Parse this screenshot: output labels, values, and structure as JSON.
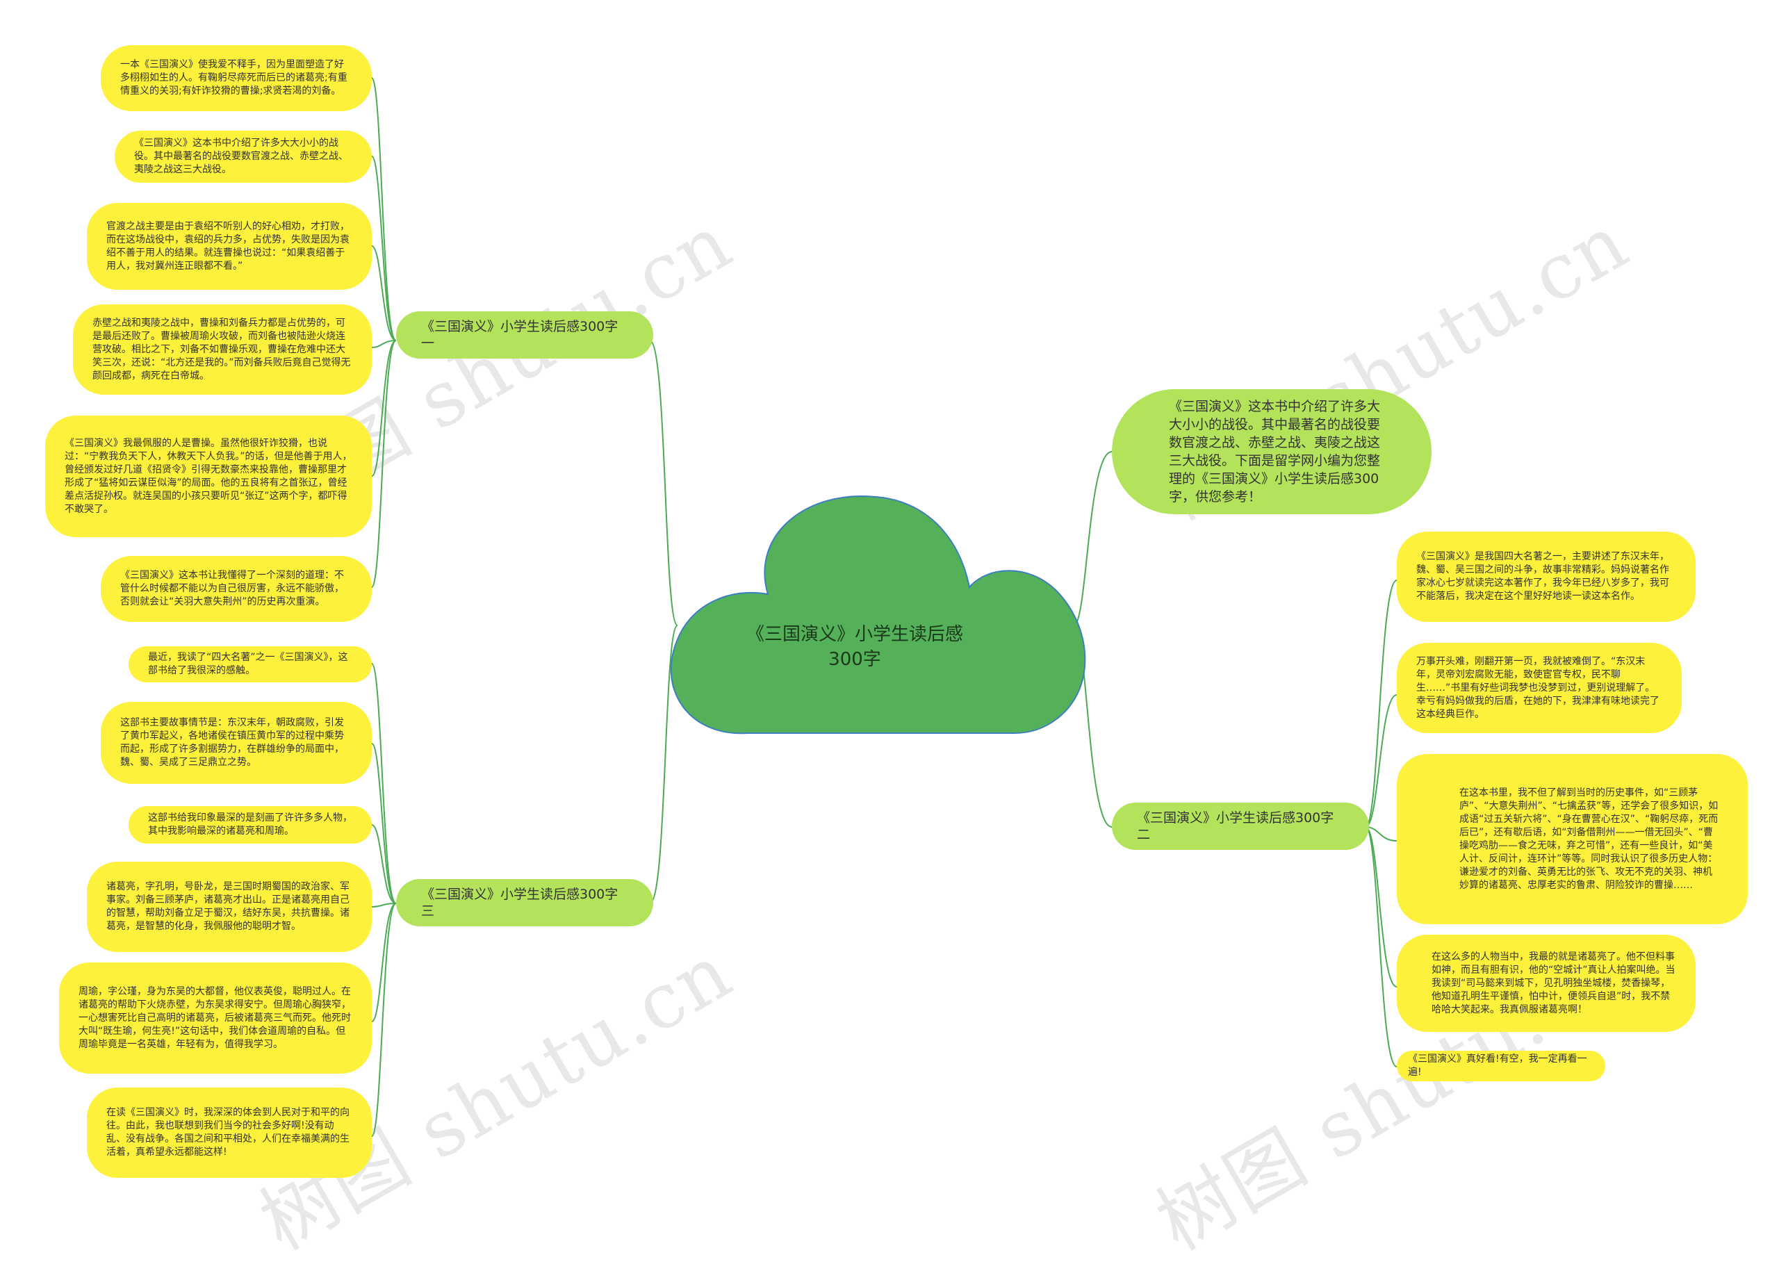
{
  "root": {
    "label": "《三国演义》小学生读后感300字"
  },
  "watermark": "树图 shutu.cn",
  "colors": {
    "root_fill": "#55b05a",
    "branch_fill": "#b2e35a",
    "leaf_fill": "#fdf13b",
    "edge": "#4caa55"
  },
  "intro": {
    "text": "《三国演义》这本书中介绍了许多大大小小的战役。其中最著名的战役要数官渡之战、赤壁之战、夷陵之战这三大战役。下面是留学网小编为您整理的《三国演义》小学生读后感300字，供您参考！"
  },
  "branches": {
    "b1": {
      "label": "《三国演义》小学生读后感300字一"
    },
    "b2": {
      "label": "《三国演义》小学生读后感300字二"
    },
    "b3": {
      "label": "《三国演义》小学生读后感300字三"
    }
  },
  "leaves": {
    "l1_1": "一本《三国演义》使我爱不释手，因为里面塑造了好多栩栩如生的人。有鞠躬尽瘁死而后已的诸葛亮;有重情重义的关羽;有奸诈狡猾的曹操;求贤若渴的刘备。",
    "l1_2": "《三国演义》这本书中介绍了许多大大小小的战役。其中最著名的战役要数官渡之战、赤壁之战、夷陵之战这三大战役。",
    "l1_3": "官渡之战主要是由于袁绍不听别人的好心相劝，才打败，而在这场战役中，袁绍的兵力多，占优势，失败是因为袁绍不善于用人的结果。就连曹操也说过：“如果袁绍善于用人，我对冀州连正眼都不看。”",
    "l1_4": "赤壁之战和夷陵之战中，曹操和刘备兵力都是占优势的，可是最后还败了。曹操被周瑜火攻破，而刘备也被陆逊火烧连营攻破。相比之下，刘备不如曹操乐观，曹操在危难中还大笑三次，还说：“北方还是我的。”而刘备兵败后竟自己觉得无颜回成都，病死在白帝城。",
    "l1_5": "《三国演义》我最佩服的人是曹操。虽然他很奸诈狡猾，也说过：“宁教我负天下人，休教天下人负我。”的话，但是他善于用人，曾经颁发过好几道《招贤令》引得无数豪杰来投靠他，曹操那里才形成了“猛将如云谋臣似海”的局面。他的五良将有之首张辽，曾经差点活捉孙权。就连吴国的小孩只要听见“张辽”这两个字，都吓得不敢哭了。",
    "l1_6": "《三国演义》这本书让我懂得了一个深刻的道理：不管什么时候都不能以为自己很厉害，永远不能骄傲，否则就会让“关羽大意失荆州”的历史再次重演。",
    "l2_1": "《三国演义》是我国四大名著之一，主要讲述了东汉末年，魏、蜀、吴三国之间的斗争，故事非常精彩。妈妈说著名作家冰心七岁就读完这本著作了，我今年已经八岁多了，我可不能落后，我决定在这个里好好地读一读这本名作。",
    "l2_2": "万事开头难，刚翻开第一页，我就被难倒了。“东汉末年，灵帝刘宏腐败无能，致使宦官专权，民不聊生……”书里有好些词我梦也没梦到过，更别说理解了。幸亏有妈妈做我的后盾，在她的下，我津津有味地读完了这本经典巨作。",
    "l2_3": "在这本书里，我不但了解到当时的历史事件，如“三顾茅庐”、“大意失荆州”、“七擒孟获”等，还学会了很多知识，如成语“过五关斩六将”、“身在曹营心在汉”、“鞠躬尽瘁，死而后已”，还有歇后语，如“刘备借荆州——一借无回头”、“曹操吃鸡肋——食之无味，弃之可惜”，还有一些良计，如“美人计、反间计，连环计”等等。同时我认识了很多历史人物：谦逊爱才的刘备、英勇无比的张飞、攻无不克的关羽、神机妙算的诸葛亮、忠厚老实的鲁肃、阴险狡诈的曹操……",
    "l2_4": "在这么多的人物当中，我最的就是诸葛亮了。他不但料事如神，而且有胆有识，他的“空城计”真让人拍案叫绝。当我读到“司马懿来到城下，见孔明独坐城楼，焚香操琴，他知道孔明生平谨慎，怕中计，便领兵自退”时，我不禁哈哈大笑起来。我真佩服诸葛亮啊！",
    "l2_5": "《三国演义》真好看!有空，我一定再看一遍!",
    "l3_1": "最近，我读了“四大名著”之一《三国演义》，这部书给了我很深的感触。",
    "l3_2": "这部书主要故事情节是：东汉末年，朝政腐败，引发了黄巾军起义，各地诸侯在镇压黄巾军的过程中乘势而起，形成了许多割据势力，在群雄纷争的局面中，魏、蜀、吴成了三足鼎立之势。",
    "l3_3": "这部书给我印象最深的是刻画了许许多多人物，其中我影响最深的诸葛亮和周瑜。",
    "l3_4": "诸葛亮，字孔明，号卧龙，是三国时期蜀国的政治家、军事家。刘备三顾茅庐，诸葛亮才出山。正是诸葛亮用自己的智慧，帮助刘备立足于蜀汉，结好东吴，共抗曹操。诸葛亮，是智慧的化身，我佩服他的聪明才智。",
    "l3_5": "周瑜，字公瑾，身为东吴的大都督，他仪表英俊，聪明过人。在诸葛亮的帮助下火烧赤壁，为东吴求得安宁。但周瑜心胸狭窄，一心想害死比自己高明的诸葛亮，后被诸葛亮三气而死。他死时大叫“既生瑜，何生亮!”这句话中，我们体会道周瑜的自私。但周瑜毕竟是一名英雄，年轻有为，值得我学习。",
    "l3_6": "在读《三国演义》时，我深深的体会到人民对于和平的向往。由此，我也联想到我们当今的社会多好啊!没有动乱、没有战争。各国之间和平相处，人们在幸福美满的生活着，真希望永远都能这样!"
  }
}
